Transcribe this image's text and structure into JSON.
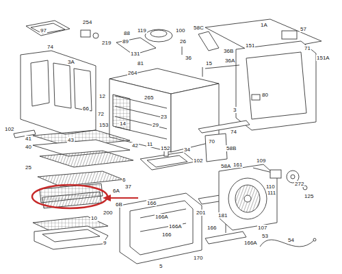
{
  "diagram": {
    "labels": [
      "97",
      "254",
      "219",
      "88",
      "119",
      "100",
      "58C",
      "1A",
      "57",
      "74",
      "89",
      "26",
      "151",
      "71",
      "151A",
      "3A",
      "131",
      "36B",
      "36A",
      "81",
      "264",
      "36",
      "15",
      "265",
      "12",
      "66",
      "72",
      "80",
      "58B",
      "3",
      "74",
      "70",
      "102",
      "14",
      "153",
      "23",
      "29",
      "43",
      "41",
      "40",
      "42",
      "11",
      "152",
      "34",
      "102",
      "58A",
      "25",
      "161",
      "109",
      "110",
      "111",
      "272",
      "125",
      "107",
      "6",
      "37",
      "6A",
      "6B",
      "166",
      "200",
      "201",
      "181",
      "166A",
      "166A",
      "166",
      "166",
      "166A",
      "53",
      "54",
      "10",
      "9",
      "5",
      "170"
    ]
  }
}
